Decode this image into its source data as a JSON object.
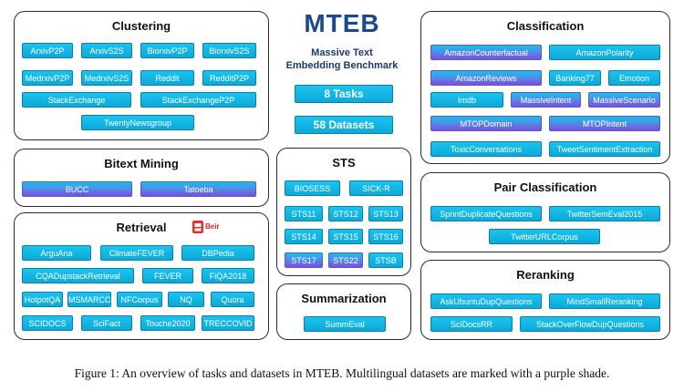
{
  "header": {
    "title": "MTEB",
    "subtitle_line1": "Massive Text",
    "subtitle_line2": "Embedding Benchmark",
    "tasks": "8 Tasks",
    "datasets": "58 Datasets"
  },
  "colors": {
    "monolingual": "#12b5e3",
    "multilingual": "#7a4fe0",
    "title": "#1a4a8a"
  },
  "panels": {
    "clustering": {
      "title": "Clustering",
      "items": [
        {
          "label": "ArxivP2P",
          "multi": false
        },
        {
          "label": "ArxivS2S",
          "multi": false
        },
        {
          "label": "BiorxivP2P",
          "multi": false
        },
        {
          "label": "BiorxivS2S",
          "multi": false
        },
        {
          "label": "MedrxivP2P",
          "multi": false
        },
        {
          "label": "MedrxivS2S",
          "multi": false
        },
        {
          "label": "Reddit",
          "multi": false
        },
        {
          "label": "RedditP2P",
          "multi": false
        },
        {
          "label": "StackExchange",
          "multi": false
        },
        {
          "label": "StackExchangeP2P",
          "multi": false
        },
        {
          "label": "TwentyNewsgroup",
          "multi": false
        }
      ]
    },
    "bitext": {
      "title": "Bitext Mining",
      "items": [
        {
          "label": "BUCC",
          "multi": true
        },
        {
          "label": "Tatoeba",
          "multi": true
        }
      ]
    },
    "retrieval": {
      "title": "Retrieval",
      "logo_text": "Beir",
      "items": [
        {
          "label": "ArguAna",
          "multi": false
        },
        {
          "label": "ClimateFEVER",
          "multi": false
        },
        {
          "label": "DBPedia",
          "multi": false
        },
        {
          "label": "CQADupstackRetrieval",
          "multi": false
        },
        {
          "label": "FEVER",
          "multi": false
        },
        {
          "label": "FiQA2018",
          "multi": false
        },
        {
          "label": "HotpotQA",
          "multi": false
        },
        {
          "label": "MSMARCO",
          "multi": false
        },
        {
          "label": "NFCorpus",
          "multi": false
        },
        {
          "label": "NQ",
          "multi": false
        },
        {
          "label": "Quora",
          "multi": false
        },
        {
          "label": "SCIDOCS",
          "multi": false
        },
        {
          "label": "SciFact",
          "multi": false
        },
        {
          "label": "Touche2020",
          "multi": false
        },
        {
          "label": "TRECCOVID",
          "multi": false
        }
      ]
    },
    "sts": {
      "title": "STS",
      "items": [
        {
          "label": "BIOSESS",
          "multi": false
        },
        {
          "label": "SICK-R",
          "multi": false
        },
        {
          "label": "STS11",
          "multi": false
        },
        {
          "label": "STS12",
          "multi": false
        },
        {
          "label": "STS13",
          "multi": false
        },
        {
          "label": "STS14",
          "multi": false
        },
        {
          "label": "STS15",
          "multi": false
        },
        {
          "label": "STS16",
          "multi": false
        },
        {
          "label": "STS17",
          "multi": true
        },
        {
          "label": "STS22",
          "multi": true
        },
        {
          "label": "STSB",
          "multi": false
        }
      ]
    },
    "summarization": {
      "title": "Summarization",
      "items": [
        {
          "label": "SummEval",
          "multi": false
        }
      ]
    },
    "classification": {
      "title": "Classification",
      "items": [
        {
          "label": "AmazonCounterfactual",
          "multi": true
        },
        {
          "label": "AmazonPolarity",
          "multi": false
        },
        {
          "label": "AmazonReviews",
          "multi": true
        },
        {
          "label": "Banking77",
          "multi": false
        },
        {
          "label": "Emotion",
          "multi": false
        },
        {
          "label": "Imdb",
          "multi": false
        },
        {
          "label": "MassiveIntent",
          "multi": true
        },
        {
          "label": "MassiveScenario",
          "multi": true
        },
        {
          "label": "MTOPDomain",
          "multi": true
        },
        {
          "label": "MTOPIntent",
          "multi": true
        },
        {
          "label": "ToxicConversations",
          "multi": false
        },
        {
          "label": "TweetSentimentExtraction",
          "multi": false
        }
      ]
    },
    "pair": {
      "title": "Pair Classification",
      "items": [
        {
          "label": "SprintDuplicateQuestions",
          "multi": false
        },
        {
          "label": "TwitterSemEval2015",
          "multi": false
        },
        {
          "label": "TwitterURLCorpus",
          "multi": false
        }
      ]
    },
    "reranking": {
      "title": "Reranking",
      "items": [
        {
          "label": "AskUbuntuDupQuestions",
          "multi": false
        },
        {
          "label": "MindSmallReranking",
          "multi": false
        },
        {
          "label": "SciDocsRR",
          "multi": false
        },
        {
          "label": "StackOverFlowDupQuestions",
          "multi": false
        }
      ]
    }
  },
  "caption": "Figure 1: An overview of tasks and datasets in MTEB. Multilingual datasets are marked with a purple shade."
}
